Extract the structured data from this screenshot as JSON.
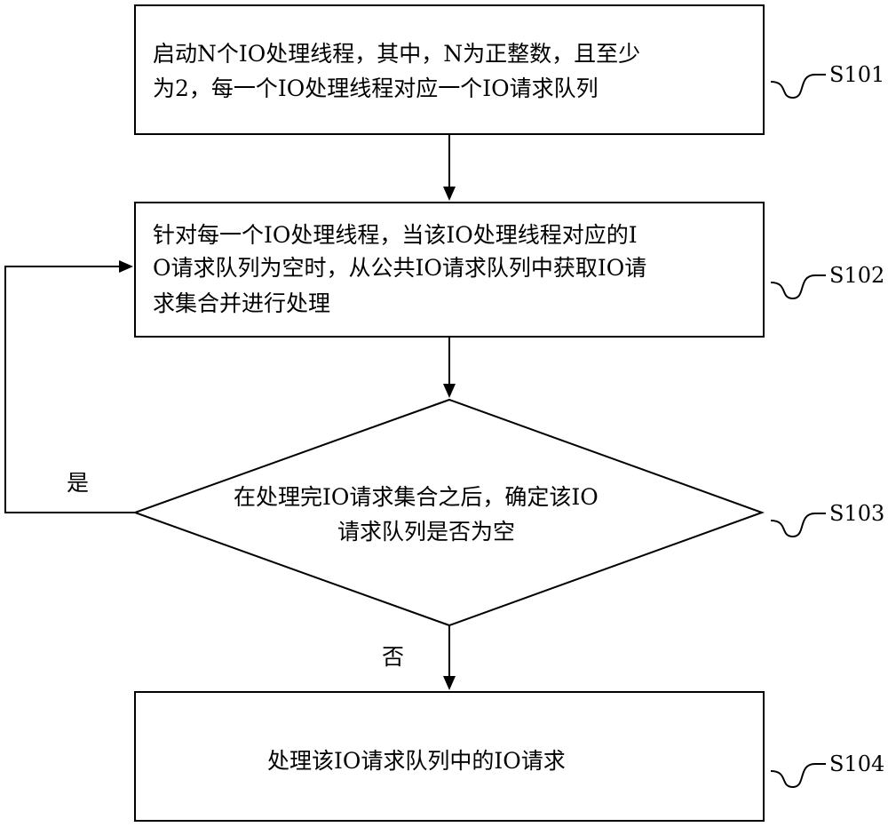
{
  "nodes": {
    "s101": {
      "lines": [
        "启动N个IO处理线程，其中，N为正整数，且至少",
        "为2，每一个IO处理线程对应一个IO请求队列"
      ],
      "step": "S101"
    },
    "s102": {
      "lines": [
        "针对每一个IO处理线程，当该IO处理线程对应的I",
        "O请求队列为空时，从公共IO请求队列中获取IO请",
        "求集合并进行处理"
      ],
      "step": "S102"
    },
    "s103": {
      "lines": [
        "在处理完IO请求集合之后，确定该IO",
        "请求队列是否为空"
      ],
      "step": "S103"
    },
    "s104": {
      "lines": [
        "处理该IO请求队列中的IO请求"
      ],
      "step": "S104"
    }
  },
  "edges": {
    "yes_label": "是",
    "no_label": "否"
  },
  "colors": {
    "stroke": "#000000",
    "fill": "#ffffff",
    "text": "#000000"
  }
}
